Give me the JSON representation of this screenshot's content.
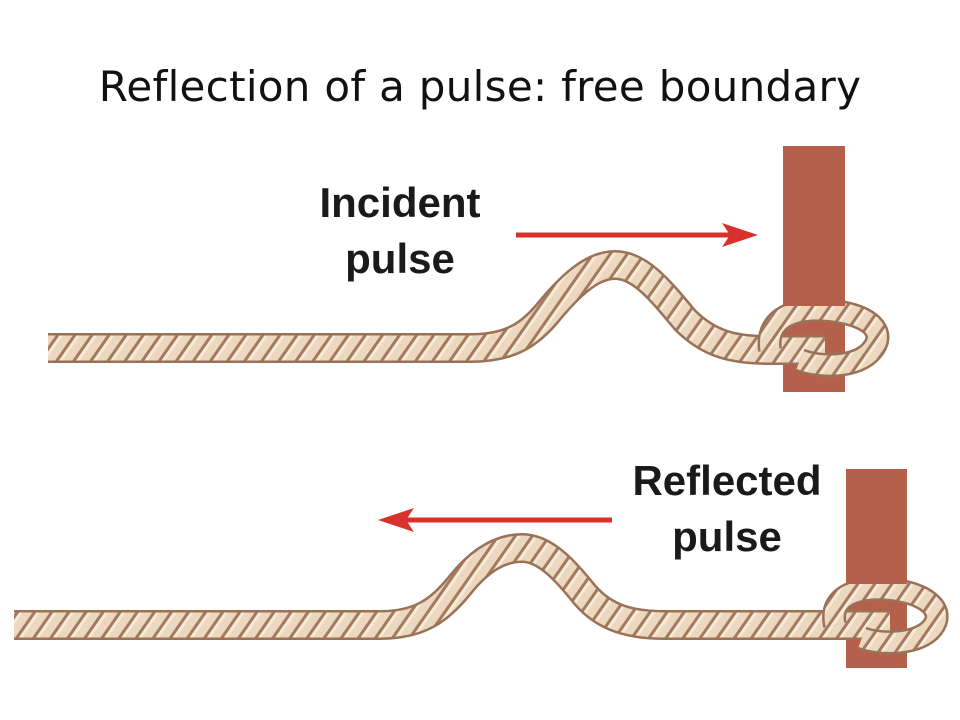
{
  "title": "Reflection of a pulse: free boundary",
  "incident": {
    "line1": "Incident",
    "line2": "pulse"
  },
  "reflected": {
    "line1": "Reflected",
    "line2": "pulse"
  },
  "colors": {
    "post": "#b5604a",
    "arrow": "#d9312c",
    "rope_fill": "#e9d3b8",
    "rope_edge": "#9a7258",
    "text": "#1a1a1a"
  }
}
